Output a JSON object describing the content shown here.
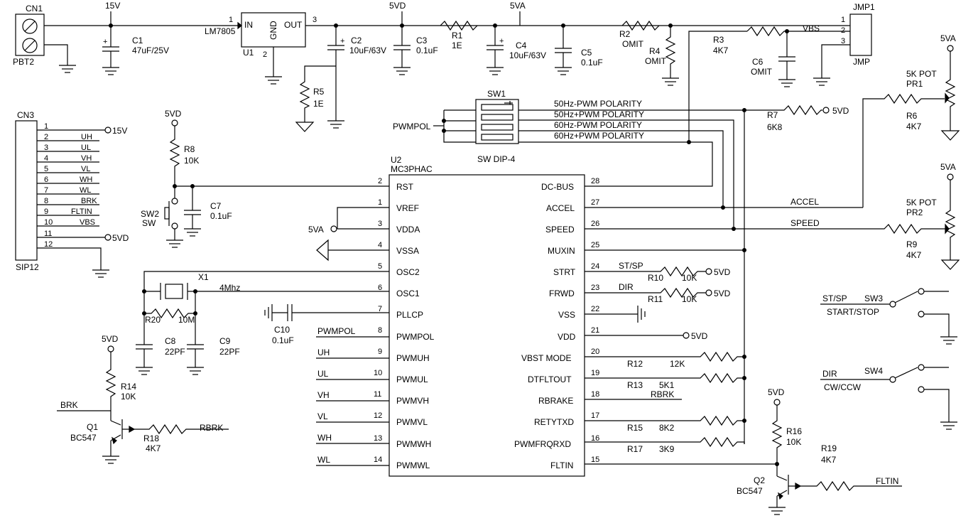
{
  "connectors": {
    "cn1": {
      "ref": "CN1",
      "part": "PBT2"
    },
    "cn3": {
      "ref": "CN3",
      "part": "SIP12",
      "pins": [
        {
          "num": "1",
          "label": ""
        },
        {
          "num": "2",
          "label": "UH"
        },
        {
          "num": "3",
          "label": "UL"
        },
        {
          "num": "4",
          "label": "VH"
        },
        {
          "num": "5",
          "label": "VL"
        },
        {
          "num": "6",
          "label": "WH"
        },
        {
          "num": "7",
          "label": "WL"
        },
        {
          "num": "8",
          "label": "BRK"
        },
        {
          "num": "9",
          "label": "FLTIN"
        },
        {
          "num": "10",
          "label": "VBS"
        },
        {
          "num": "11",
          "label": ""
        },
        {
          "num": "12",
          "label": ""
        }
      ]
    },
    "jmp1": {
      "ref": "JMP1",
      "part": "JMP",
      "pins": [
        "1",
        "2",
        "3"
      ]
    }
  },
  "supplies": {
    "v15": "15V",
    "v5d": "5VD",
    "v5a": "5VA"
  },
  "regulator": {
    "ref": "U1",
    "part": "LM7805",
    "in": "IN",
    "out": "OUT",
    "gnd": "GND",
    "pin_in": "1",
    "pin_out": "3",
    "pin_gnd": "2"
  },
  "components": {
    "c1": {
      "ref": "C1",
      "value": "47uF/25V"
    },
    "c2": {
      "ref": "C2",
      "value": "10uF/63V"
    },
    "c3": {
      "ref": "C3",
      "value": "0.1uF"
    },
    "r1": {
      "ref": "R1",
      "value": "1E"
    },
    "c4": {
      "ref": "C4",
      "value": "10uF/63V"
    },
    "c5": {
      "ref": "C5",
      "value": "0.1uF"
    },
    "r2": {
      "ref": "R2",
      "value": "OMIT"
    },
    "r4": {
      "ref": "R4",
      "value": "OMIT"
    },
    "r3": {
      "ref": "R3",
      "value": "4K7"
    },
    "c6": {
      "ref": "C6",
      "value": "OMIT"
    },
    "r5": {
      "ref": "R5",
      "value": "1E"
    },
    "r8": {
      "ref": "R8",
      "value": "10K"
    },
    "c7": {
      "ref": "C7",
      "value": "0.1uF"
    },
    "sw2": {
      "ref": "SW2",
      "value": "SW"
    },
    "x1": {
      "ref": "X1",
      "value": "4Mhz"
    },
    "r20": {
      "ref": "R20",
      "value": "10M"
    },
    "c8": {
      "ref": "C8",
      "value": "22PF"
    },
    "c9": {
      "ref": "C9",
      "value": "22PF"
    },
    "c10": {
      "ref": "C10",
      "value": "0.1uF"
    },
    "r14": {
      "ref": "R14",
      "value": "10K"
    },
    "q1": {
      "ref": "Q1",
      "value": "BC547"
    },
    "r18": {
      "ref": "R18",
      "value": "4K7"
    },
    "r7": {
      "ref": "R7",
      "value": "6K8"
    },
    "pr1": {
      "ref": "PR1",
      "value": "5K POT"
    },
    "r6": {
      "ref": "R6",
      "value": "4K7"
    },
    "pr2": {
      "ref": "PR2",
      "value": "5K POT"
    },
    "r9": {
      "ref": "R9",
      "value": "4K7"
    },
    "r10": {
      "ref": "R10",
      "value": "10K"
    },
    "r11": {
      "ref": "R11",
      "value": "10K"
    },
    "r12": {
      "ref": "R12",
      "value": "12K"
    },
    "r13": {
      "ref": "R13",
      "value": "5K1"
    },
    "r15": {
      "ref": "R15",
      "value": "8K2"
    },
    "r17": {
      "ref": "R17",
      "value": "3K9"
    },
    "r16": {
      "ref": "R16",
      "value": "10K"
    },
    "r19": {
      "ref": "R19",
      "value": "4K7"
    },
    "q2": {
      "ref": "Q2",
      "value": "BC547"
    },
    "sw3": {
      "ref": "SW3",
      "value": "START/STOP"
    },
    "sw4": {
      "ref": "SW4",
      "value": "CW/CCW"
    }
  },
  "dip_switch": {
    "ref": "SW1",
    "part": "SW DIP-4",
    "lines": [
      "50Hz-PWM POLARITY",
      "50Hz+PWM POLARITY",
      "60Hz-PWM POLARITY",
      "60Hz+PWM POLARITY"
    ]
  },
  "ic": {
    "ref": "U2",
    "part": "MC3PHAC",
    "left_pins": [
      {
        "num": "2",
        "name": "RST"
      },
      {
        "num": "1",
        "name": "VREF"
      },
      {
        "num": "3",
        "name": "VDDA"
      },
      {
        "num": "4",
        "name": "VSSA"
      },
      {
        "num": "5",
        "name": "OSC2"
      },
      {
        "num": "6",
        "name": "OSC1"
      },
      {
        "num": "7",
        "name": "PLLCP"
      },
      {
        "num": "8",
        "name": "PWMPOL"
      },
      {
        "num": "9",
        "name": "PWMUH"
      },
      {
        "num": "10",
        "name": "PWMUL"
      },
      {
        "num": "11",
        "name": "PWMVH"
      },
      {
        "num": "12",
        "name": "PWMVL"
      },
      {
        "num": "13",
        "name": "PWMWH"
      },
      {
        "num": "14",
        "name": "PWMWL"
      }
    ],
    "right_pins": [
      {
        "num": "28",
        "name": "DC-BUS"
      },
      {
        "num": "27",
        "name": "ACCEL"
      },
      {
        "num": "26",
        "name": "SPEED"
      },
      {
        "num": "25",
        "name": "MUXIN"
      },
      {
        "num": "24",
        "name": "STRT"
      },
      {
        "num": "23",
        "name": "FRWD"
      },
      {
        "num": "22",
        "name": "VSS"
      },
      {
        "num": "21",
        "name": "VDD"
      },
      {
        "num": "20",
        "name": "VBST MODE"
      },
      {
        "num": "19",
        "name": "DTFLTOUT"
      },
      {
        "num": "18",
        "name": "RBRAKE"
      },
      {
        "num": "17",
        "name": "RETYTXD"
      },
      {
        "num": "16",
        "name": "PWMFRQRXD"
      },
      {
        "num": "15",
        "name": "FLTIN"
      }
    ]
  },
  "nets": {
    "vbs": "VBS",
    "pwmpol": "PWMPOL",
    "accel": "ACCEL",
    "speed": "SPEED",
    "stsp": "ST/SP",
    "dir": "DIR",
    "rbrk": "RBRK",
    "brk": "BRK",
    "fltin": "FLTIN",
    "uh": "UH",
    "ul": "UL",
    "vh": "VH",
    "vl": "VL",
    "wh": "WH",
    "wl": "WL"
  }
}
